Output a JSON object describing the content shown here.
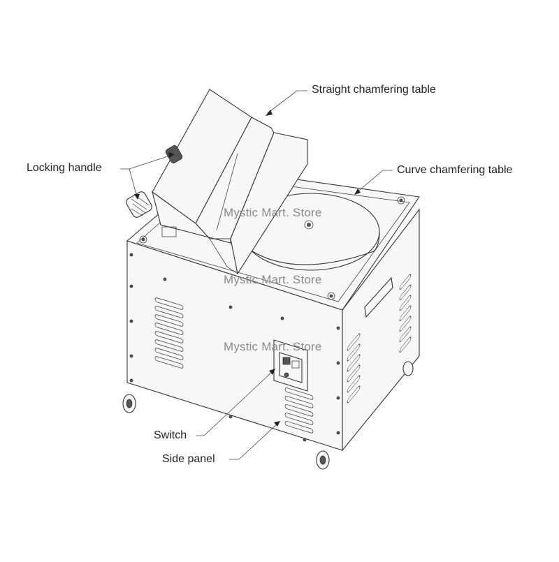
{
  "labels": {
    "straight_table": "Straight chamfering table",
    "locking_handle": "Locking handle",
    "curve_table": "Curve chamfering table",
    "switch": "Switch",
    "side_panel": "Side panel"
  },
  "watermark": {
    "text_1": "Mystic Mart. Store",
    "text_2": "Mystic Mart. Store",
    "text_3": "Mystic Mart. Store"
  }
}
